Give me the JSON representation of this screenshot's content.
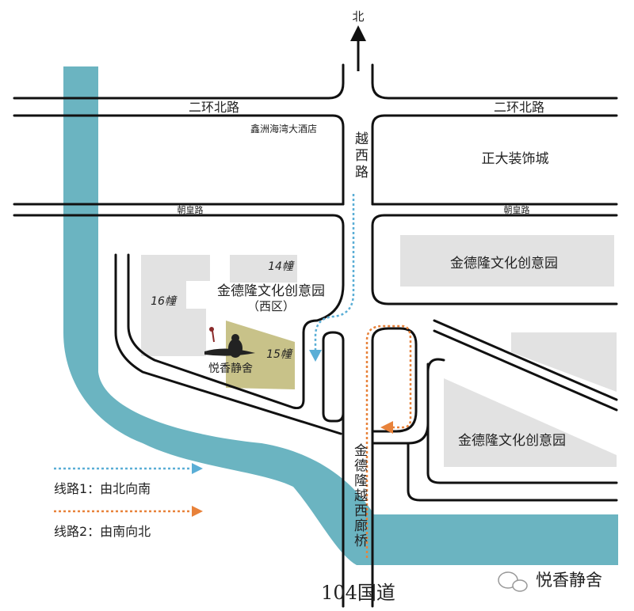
{
  "north_label": "北",
  "roads": {
    "ring_west": "二环北路",
    "ring_east": "二环北路",
    "yuexi": "越西路",
    "chaohuang_west": "朝皇路",
    "chaohuang_east": "朝皇路",
    "bridge": "金德隆越西廊桥",
    "national": "104国道"
  },
  "places": {
    "hotel": "鑫洲海湾大酒店",
    "zhengda": "正大装饰城",
    "jindelong_ne": "金德隆文化创意园",
    "jindelong_west_l1": "金德隆文化创意园",
    "jindelong_west_l2": "（西区）",
    "building_14": "14幢",
    "building_16": "16幢",
    "building_15": "15幢",
    "jindelong_se": "金德隆文化创意园",
    "shop_logo": "悦香静舍"
  },
  "legend": {
    "route1": "线路1：由北向南",
    "route2": "线路2：由南向北"
  },
  "watermark": "悦香静舍",
  "colors": {
    "river": "#6bb4c1",
    "block": "#e2e2e2",
    "shop": "#c8c289",
    "route1": "#5aaed6",
    "route2": "#e8823a",
    "road": "#111111"
  }
}
